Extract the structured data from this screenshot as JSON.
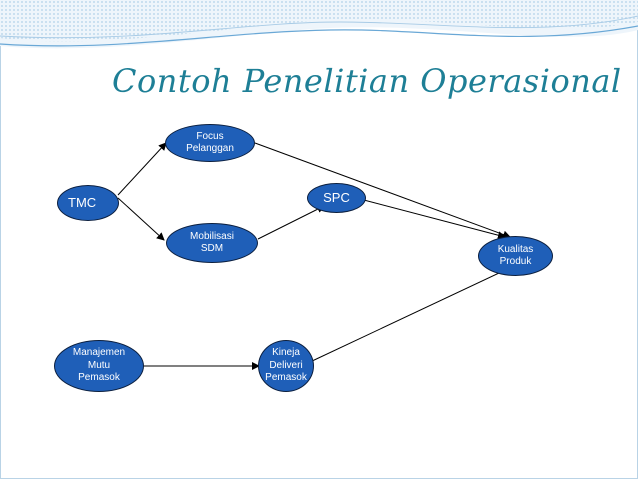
{
  "slide": {
    "title": "Contoh Penelitian Operasional"
  },
  "nodes": {
    "focus": "Focus\nPelanggan",
    "tmc": "TMC",
    "spc": "SPC",
    "mobilisasi": "Mobilisasi\nSDM",
    "kualitas": "Kualitas\nProduk",
    "manajemen": "Manajemen\nMutu\nPemasok",
    "kineja": "Kineja\nDeliveri\nPemasok"
  },
  "colors": {
    "node_fill": "#1f5fb8",
    "node_border": "#0b1f3f",
    "title": "#1e7f96",
    "arrow": "#000000"
  }
}
